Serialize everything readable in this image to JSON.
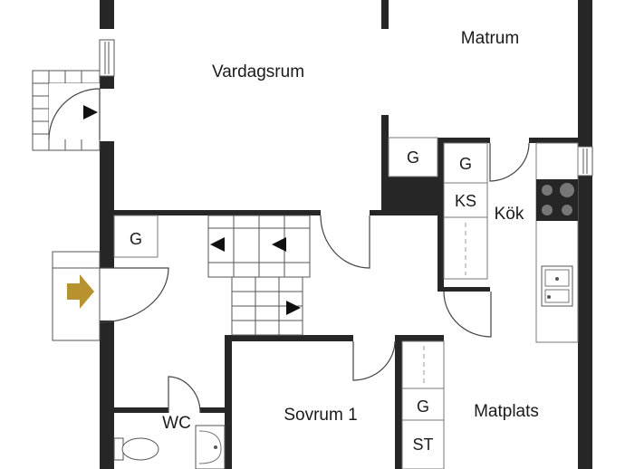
{
  "rooms": {
    "vardagsrum": "Vardagsrum",
    "matrum": "Matrum",
    "kok": "Kök",
    "sovrum1": "Sovrum 1",
    "matplats": "Matplats",
    "wc": "WC"
  },
  "fixtures": {
    "g": "G",
    "ks": "KS",
    "st": "ST"
  },
  "colors": {
    "wall": "#262626",
    "entrance_arrow": "#b8922e",
    "line": "#555555"
  }
}
